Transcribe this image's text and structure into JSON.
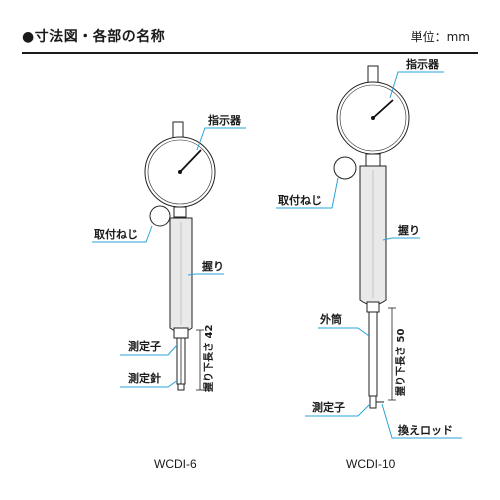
{
  "header": {
    "title": "●寸法図・各部の名称",
    "unit": "単位：mm"
  },
  "left_instrument": {
    "model": "WCDI-6",
    "labels": {
      "indicator": "指示器",
      "mount_screw": "取付ねじ",
      "grip": "握り",
      "probe": "測定子",
      "needle": "測定針",
      "dimension": "握り下長さ 42"
    }
  },
  "right_instrument": {
    "model": "WCDI-10",
    "labels": {
      "indicator": "指示器",
      "mount_screw": "取付ねじ",
      "grip": "握り",
      "outer_tube": "外筒",
      "probe": "測定子",
      "exchange_rod": "換えロッド",
      "dimension": "握り下長さ 50"
    }
  },
  "colors": {
    "leader": "#2aa3d8",
    "outline": "#222222"
  }
}
